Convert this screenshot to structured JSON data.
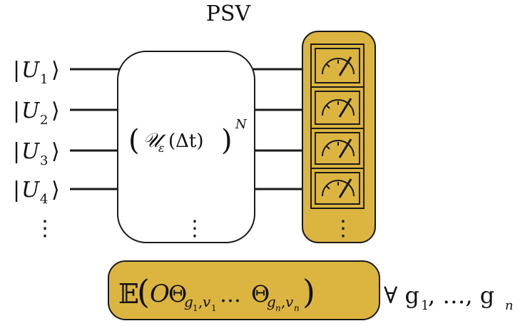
{
  "title": "PSV",
  "inputs": [
    {
      "sub": "1"
    },
    {
      "sub": "2"
    },
    {
      "sub": "3"
    },
    {
      "sub": "4"
    }
  ],
  "input_symbol": "U",
  "continuation": "⋮",
  "unitary": {
    "script": "𝒰",
    "sub": "ε",
    "arg": "(Δt)",
    "power": "N"
  },
  "expectation": {
    "E": "𝔼",
    "O": "O",
    "theta": "Θ",
    "g1": "g",
    "g1_sub": "1",
    "v1": "v",
    "v1_sub": "1",
    "ellipsis": "…",
    "gn": "g",
    "gn_sub": "n",
    "vn": "v",
    "vn_sub": "n",
    "forall": "∀ g",
    "forall_sub1": "1",
    "forall_mid": ", …, g",
    "forall_sub2": "n"
  },
  "colors": {
    "gold": "#dcb540",
    "stroke": "#1a1a1a"
  },
  "icon": "meter-icon"
}
